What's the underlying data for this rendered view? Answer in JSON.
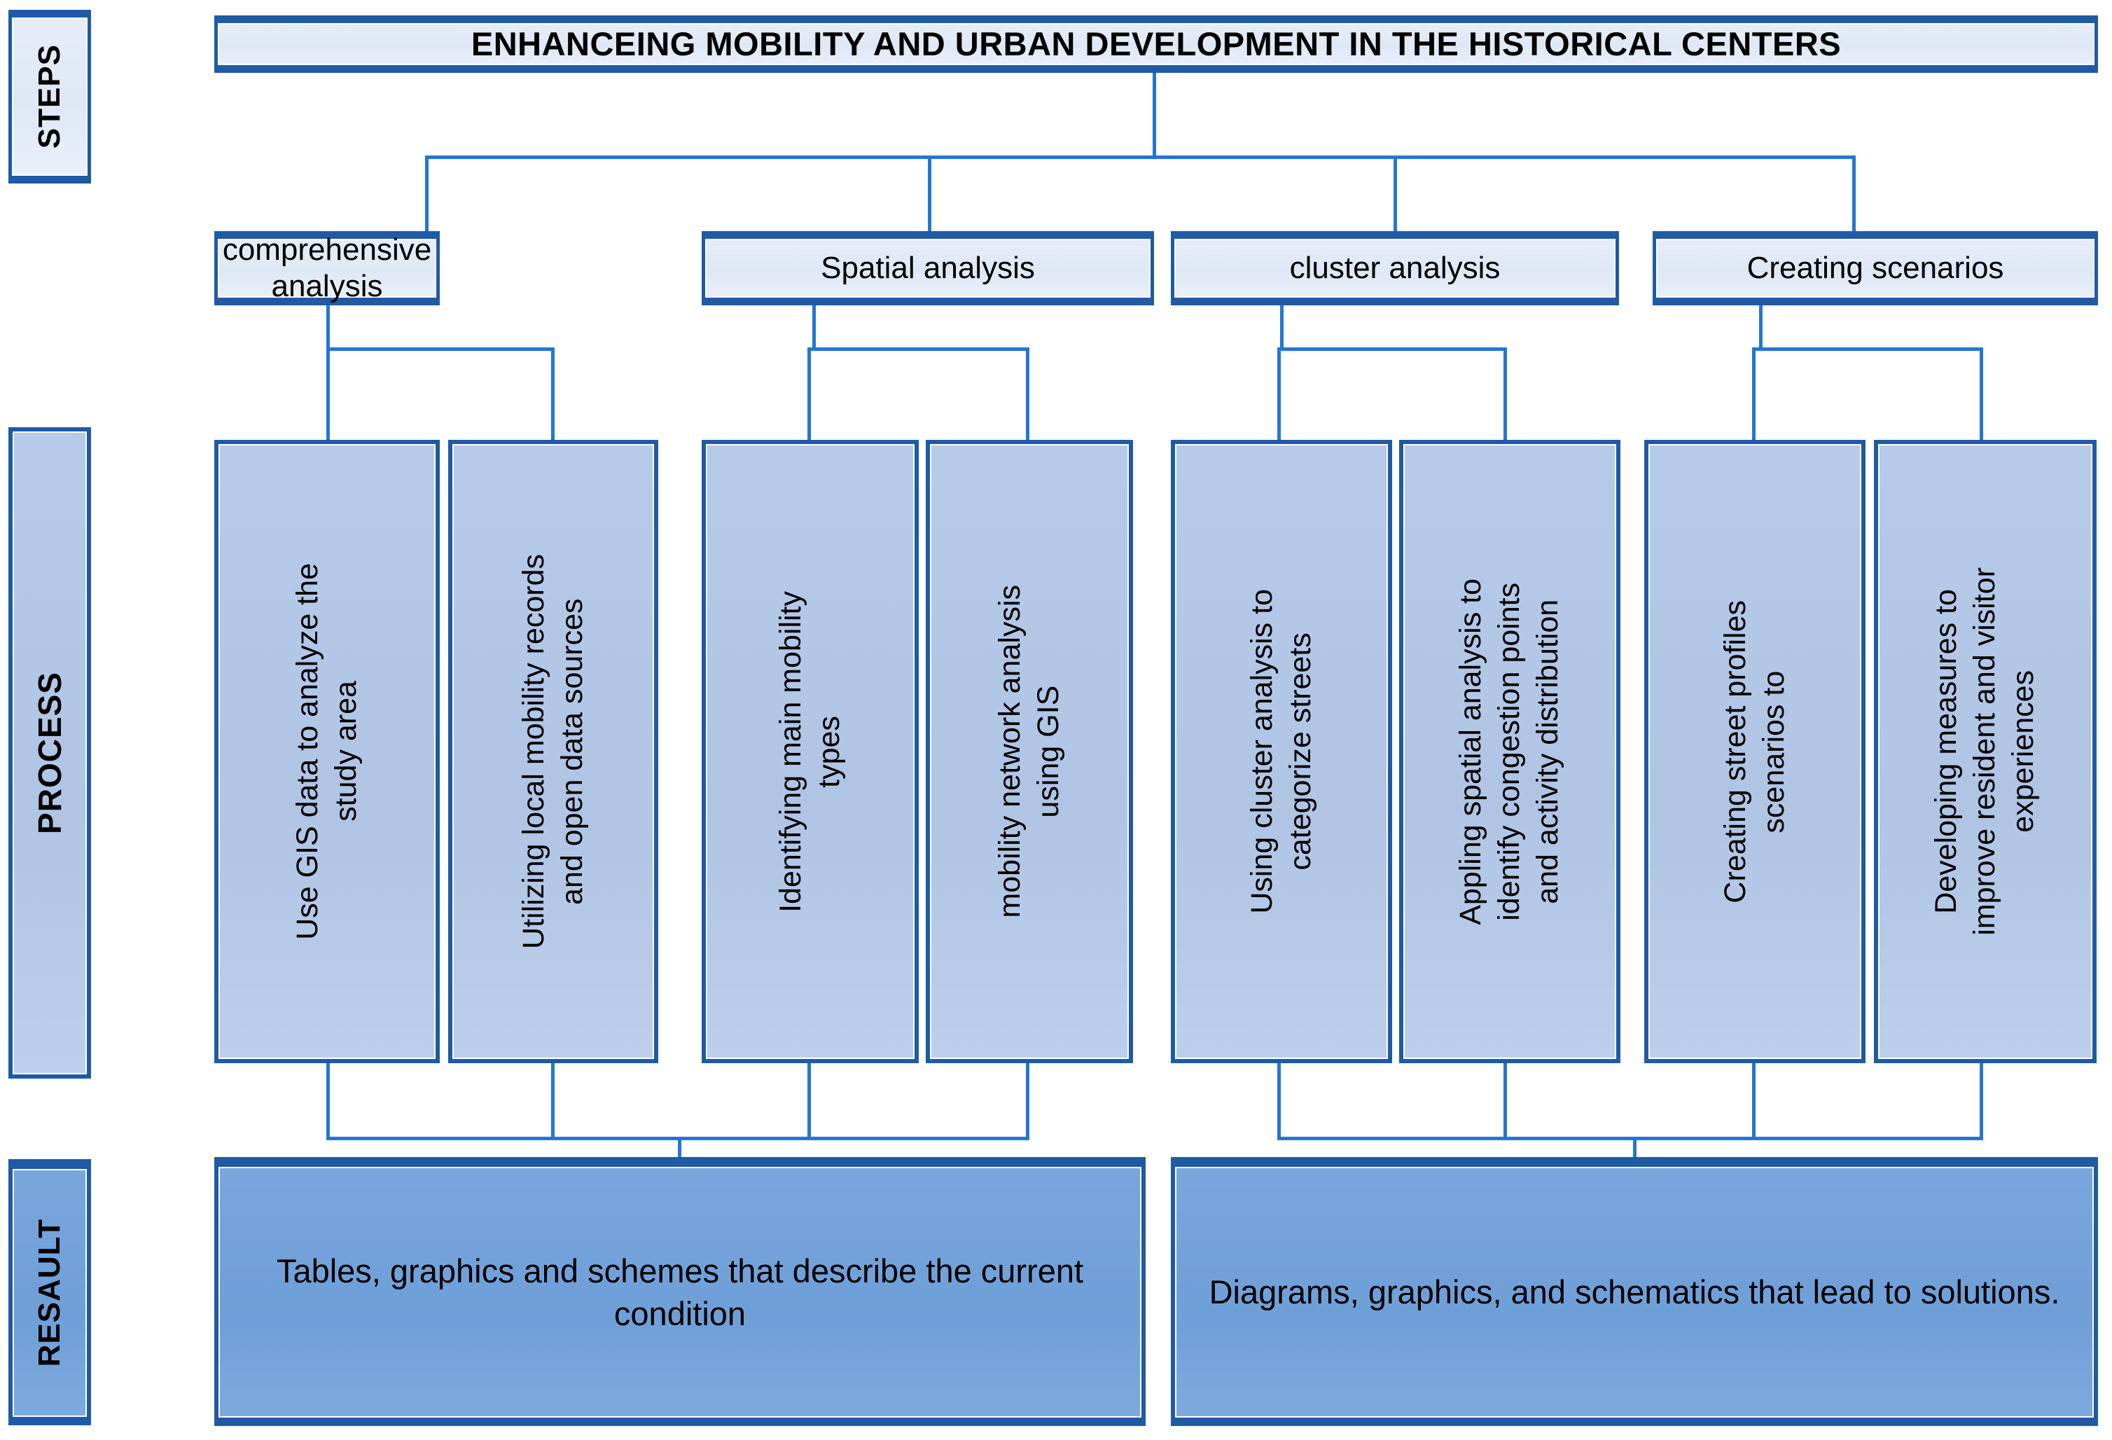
{
  "diagram": {
    "title": "ENHANCEING MOBILITY AND URBAN DEVELOPMENT IN THE HISTORICAL CENTERS",
    "bands": [
      {
        "label": "STEPS"
      },
      {
        "label": "PROCESS"
      },
      {
        "label": "RESAULT"
      }
    ],
    "steps": [
      {
        "label": "comprehensive analysis"
      },
      {
        "label": "Spatial analysis"
      },
      {
        "label": "cluster analysis"
      },
      {
        "label": "Creating scenarios"
      }
    ],
    "process": [
      {
        "label": "Use GIS data to analyze the\nstudy area"
      },
      {
        "label": "Utilizing local mobility records\nand open data sources"
      },
      {
        "label": "Identifying main mobility\ntypes"
      },
      {
        "label": "mobility network analysis\nusing GIS"
      },
      {
        "label": "Using cluster analysis to\ncategorize streets"
      },
      {
        "label": "Appling spatial analysis to\nidentify congestion points\nand activity distribution"
      },
      {
        "label": "Creating street profiles\nscenarios to"
      },
      {
        "label": "Developing measures to\nimprove resident and visitor\nexperiences"
      }
    ],
    "results": [
      {
        "label": "Tables, graphics and schemes that describe the current  condition"
      },
      {
        "label": "Diagrams, graphics, and schematics that lead to solutions."
      }
    ],
    "colors": {
      "border": "#1f5aa6",
      "connector": "#2277d6",
      "light_fill": "#e3ebf7",
      "medium_fill": "#b3c8e4",
      "dark_fill": "#74a3db",
      "text": "#000000",
      "background": "#ffffff"
    }
  }
}
